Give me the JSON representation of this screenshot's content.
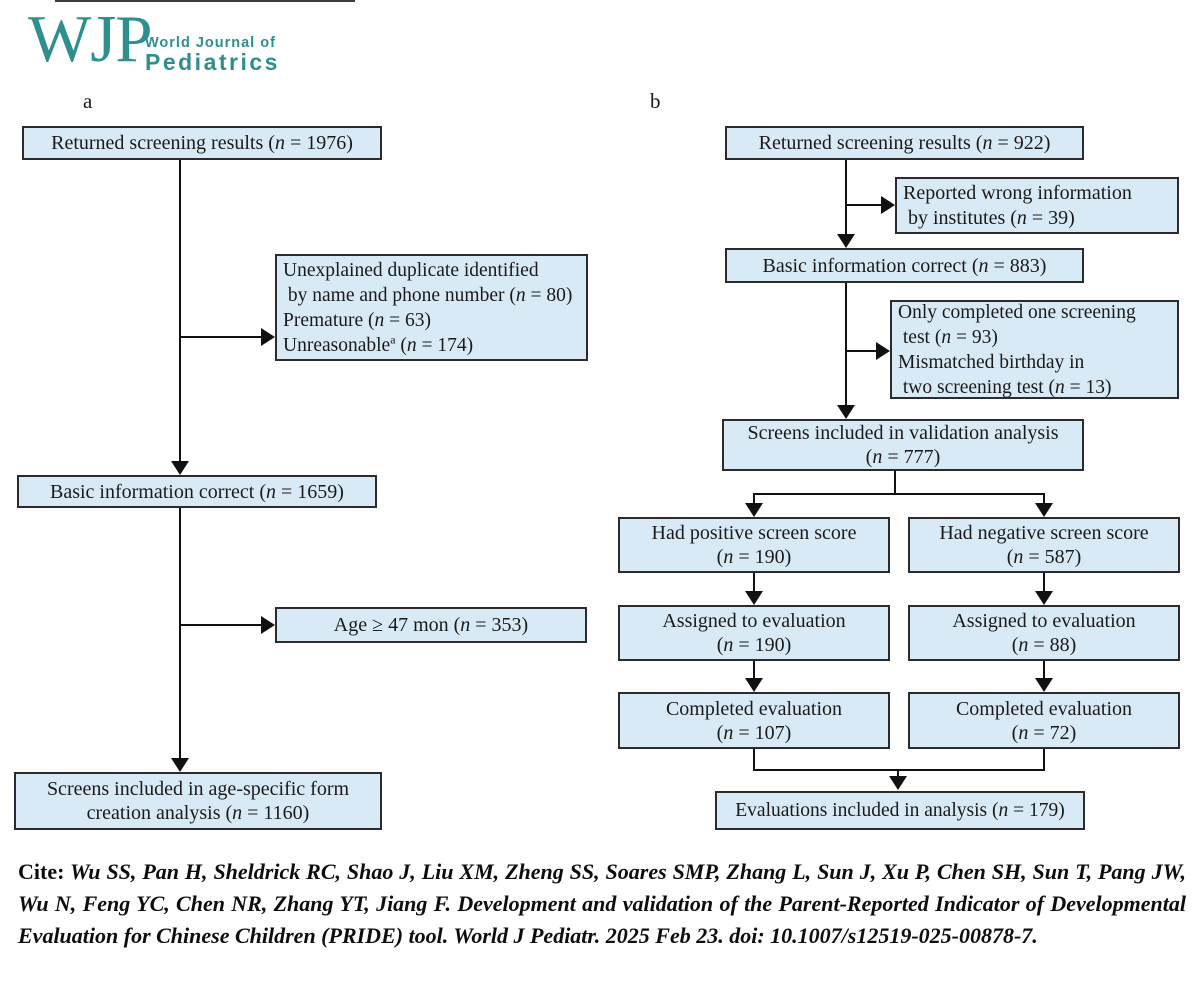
{
  "logo": {
    "acronym": "WJP",
    "line1": "World Journal of",
    "line2": "Pediatrics"
  },
  "panel_a": {
    "label": "a",
    "boxes": {
      "returned": {
        "lines": [
          "Returned screening results (n = 1976)"
        ]
      },
      "exclusions": {
        "lines": [
          "Unexplained duplicate identified",
          " by name and phone number (n = 80)",
          "Premature (n = 63)",
          "Unreasonable^a (n = 174)"
        ]
      },
      "basic": {
        "lines": [
          "Basic information correct (n = 1659)"
        ]
      },
      "age": {
        "lines": [
          "Age ≥ 47 mon (n = 353)"
        ]
      },
      "final": {
        "lines": [
          "Screens included in age-specific form",
          "creation analysis (n = 1160)"
        ]
      }
    }
  },
  "panel_b": {
    "label": "b",
    "boxes": {
      "returned": {
        "lines": [
          "Returned screening results (n = 922)"
        ]
      },
      "wrong_info": {
        "lines": [
          "Reported wrong information",
          " by institutes (n = 39)"
        ]
      },
      "basic": {
        "lines": [
          "Basic information correct (n = 883)"
        ]
      },
      "screening_exclusions": {
        "lines": [
          "Only completed one screening",
          " test (n = 93)",
          "Mismatched birthday in",
          " two screening test (n = 13)"
        ]
      },
      "validation": {
        "lines": [
          "Screens included in validation analysis",
          "(n = 777)"
        ]
      },
      "positive": {
        "lines": [
          "Had positive screen score",
          "(n = 190)"
        ]
      },
      "negative": {
        "lines": [
          "Had negative screen score",
          "(n = 587)"
        ]
      },
      "assigned_positive": {
        "lines": [
          "Assigned to evaluation",
          "(n = 190)"
        ]
      },
      "assigned_negative": {
        "lines": [
          "Assigned to evaluation",
          "(n = 88)"
        ]
      },
      "completed_positive": {
        "lines": [
          "Completed evaluation",
          "(n = 107)"
        ]
      },
      "completed_negative": {
        "lines": [
          "Completed evaluation",
          "(n = 72)"
        ]
      },
      "final": {
        "lines": [
          "Evaluations included in analysis (n = 179)"
        ]
      }
    }
  },
  "citation": {
    "label": "Cite:",
    "text": "Wu SS, Pan H, Sheldrick RC, Shao J, Liu XM, Zheng SS, Soares SMP, Zhang L, Sun J, Xu P, Chen SH, Sun T, Pang JW, Wu N, Feng YC, Chen NR, Zhang YT, Jiang F. Development and validation of the Parent-Reported Indicator of Developmental Evaluation for Chinese Children (PRIDE) tool. World J Pediatr. 2025 Feb 23. doi: 10.1007/s12519-025-00878-7."
  },
  "colors": {
    "box_fill": "#d9eaf7",
    "box_border": "#2b2b2b",
    "line": "#111111",
    "accent_teal": "#2f8f8f"
  }
}
